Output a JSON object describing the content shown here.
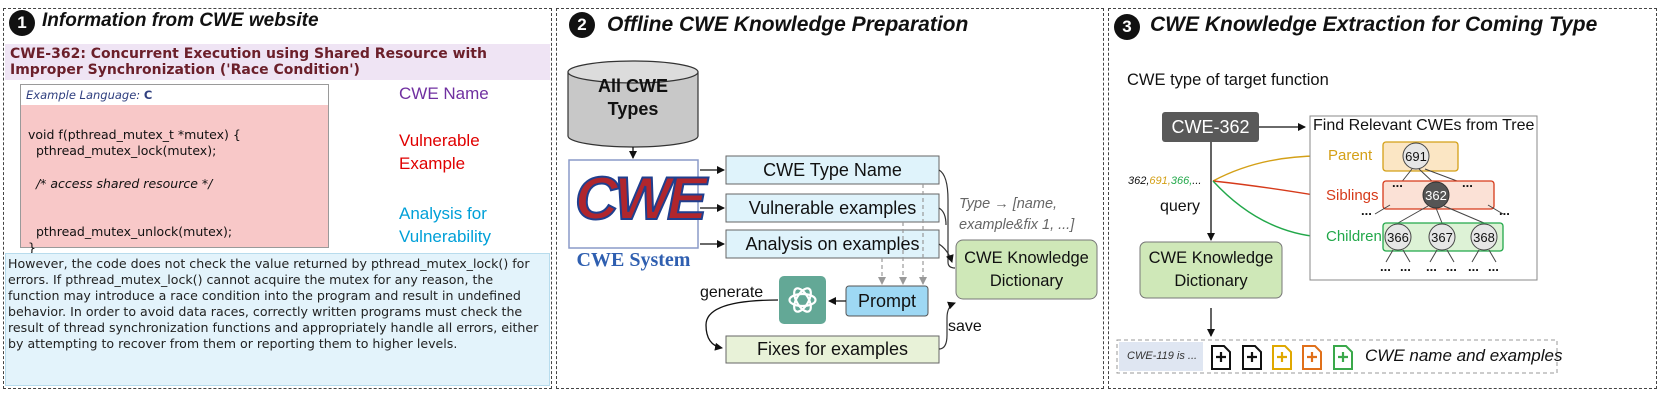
{
  "panel1": {
    "number": "1",
    "title": "Information from CWE website",
    "cwe_heading": "CWE-362: Concurrent Execution using Shared Resource with Improper Synchronization ('Race Condition')",
    "example_language_prefix": "Example Language:",
    "example_language_value": "C",
    "code_lines": [
      "void f(pthread_mutex_t *mutex) {",
      "  pthread_mutex_lock(mutex);",
      "",
      "  /* access shared resource */",
      "",
      "",
      "  pthread_mutex_unlock(mutex);",
      "}"
    ],
    "label_name": "CWE Name",
    "label_vuln_1": "Vulnerable",
    "label_vuln_2": "Example",
    "label_analysis_1": "Analysis for",
    "label_analysis_2": "Vulnerability",
    "analysis_text": "However, the code does not check the value returned by pthread_mutex_lock() for errors. If pthread_mutex_lock() cannot acquire the mutex for any reason, the function may introduce a race condition into the program and result in undefined behavior. In order to avoid data races, correctly written programs must check the result of thread synchronization functions and appropriately handle all errors, either by attempting to recover from them or reporting them to higher levels.",
    "colors": {
      "heading_bg": "#efe4f4",
      "heading_text": "#6b1f2a",
      "code_bg": "#f8c8c8",
      "analysis_bg": "#e3f3fb",
      "name": "#7030a0",
      "vuln": "#e00000",
      "analysis": "#00a0d8"
    }
  },
  "panel2": {
    "number": "2",
    "title": "Offline CWE Knowledge Preparation",
    "db_line1": "All CWE",
    "db_line2": "Types",
    "logo_text": "CWE",
    "system_label": "CWE System",
    "item1": "CWE Type Name",
    "item2": "Vulnerable examples",
    "item3": "Analysis on examples",
    "type_note_1": "Type → [name,",
    "type_note_2": "example&fix 1, ...]",
    "dict_line1": "CWE Knowledge",
    "dict_line2": "Dictionary",
    "prompt": "Prompt",
    "generate": "generate",
    "fixes": "Fixes for examples",
    "save": "save",
    "colors": {
      "item_bg": "#dff3fb",
      "dict_bg": "#cfe8b8",
      "prompt_bg": "#9ed8f4",
      "fixes_bg": "#e8f2d8",
      "logo_red": "#b0262d",
      "logo_blue": "#1f3f8f",
      "system_label": "#2f5fb0"
    }
  },
  "panel3": {
    "number": "3",
    "title": "CWE Knowledge Extraction for Coming Type",
    "target_label": "CWE type of target function",
    "cwe_box": "CWE-362",
    "find_label": "Find Relevant CWEs from Tree",
    "seq": [
      "362,",
      "691,",
      "366,",
      "..."
    ],
    "query": "query",
    "dict_line1": "CWE Knowledge",
    "dict_line2": "Dictionary",
    "parent": "Parent",
    "siblings": "Siblings",
    "children": "Children",
    "node_parent": "691",
    "node_self": "362",
    "node_children": [
      "366",
      "367",
      "368"
    ],
    "ellipsis": "...",
    "bottom_prefix": "CWE-119 is ...",
    "bottom_label": "CWE name and examples",
    "colors": {
      "parent": "#d4a017",
      "siblings": "#d63a1a",
      "children": "#22a84a",
      "cwe_box": "#595959",
      "doc_black": "#111111",
      "doc_yellow": "#e0a800",
      "doc_orange": "#e0701a",
      "doc_green": "#3aa84a"
    }
  }
}
